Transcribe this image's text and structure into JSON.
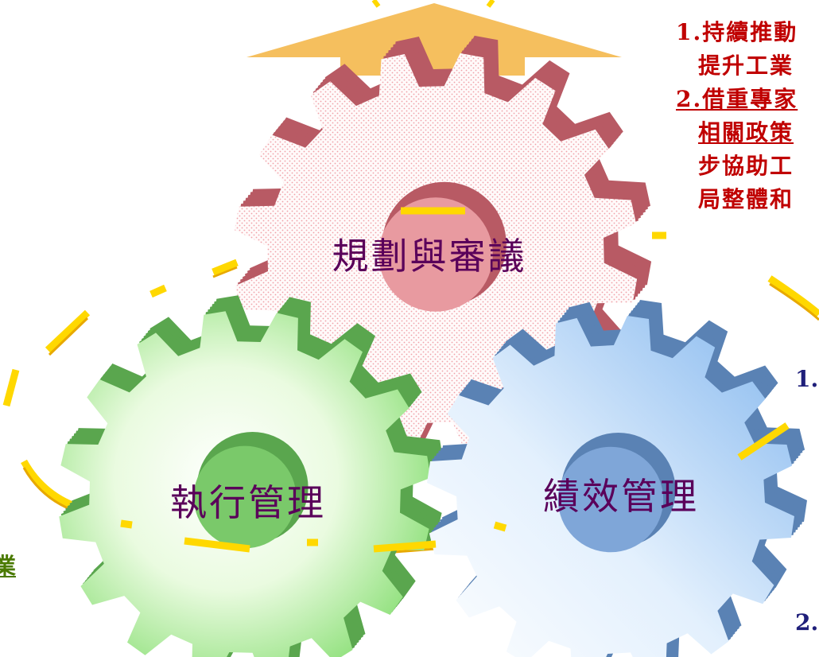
{
  "gears": {
    "planning": {
      "label": "規劃與審議"
    },
    "execution": {
      "label": "執行管理"
    },
    "performance": {
      "label": "績效管理"
    }
  },
  "right_notes": {
    "line1": "1.持續推動",
    "line2": "提升工業",
    "line3": "2.借重專家",
    "line4": "相關政策",
    "line5": "步協助工",
    "line6": "局整體和"
  },
  "perf_notes": {
    "item1_marker": "1.",
    "item2_marker": "2."
  },
  "left_stub": {
    "text": "業"
  },
  "colors": {
    "note_text": "#c00000",
    "gear_label": "#5a005a",
    "perf_marker": "#1f1f7a",
    "left_stub": "#4a7a00",
    "arrow": "#f5bf5e",
    "dash": "#ffd800"
  }
}
